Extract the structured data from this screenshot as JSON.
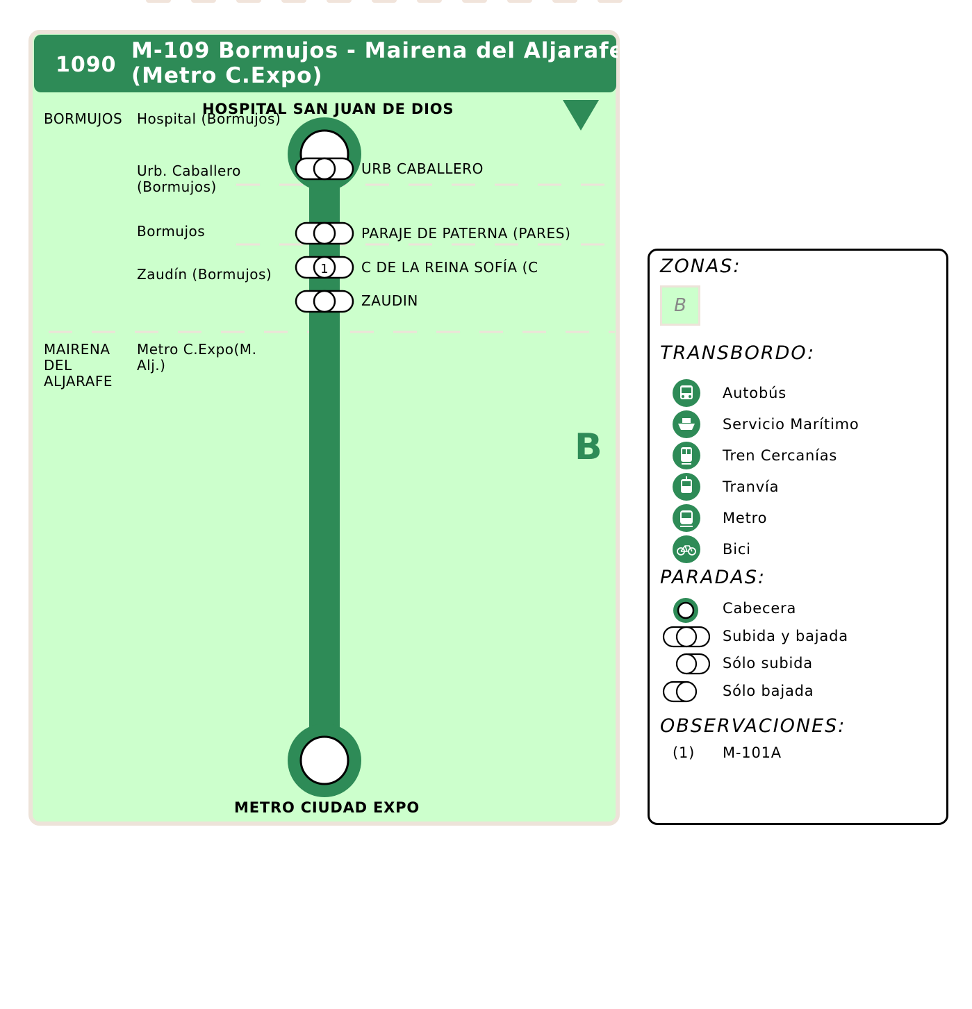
{
  "colors": {
    "line": "#2e8b57",
    "zone_bg": "#ccffcc",
    "border": "#ede3d9"
  },
  "route": {
    "number": "1090",
    "title_line1": "M-109 Bormujos - Mairena del Aljarafe",
    "title_line2": "(Metro C.Expo)"
  },
  "terminals": {
    "start": "HOSPITAL SAN JUAN DE DIOS",
    "end": "METRO CIUDAD EXPO"
  },
  "zone": "B",
  "towns": [
    {
      "name": "BORMUJOS"
    },
    {
      "name": "MAIRENA DEL ALJARAFE"
    }
  ],
  "stops": [
    {
      "area": "Hospital (Bormujos)",
      "label": "",
      "type": "cabecera"
    },
    {
      "area": "Urb. Caballero (Bormujos)",
      "label": "URB CABALLERO",
      "type": "subida-bajada"
    },
    {
      "area": "Bormujos",
      "label": "PARAJE DE PATERNA (PARES)",
      "type": "subida-bajada"
    },
    {
      "area": "Zaudín (Bormujos)",
      "label": "C DE LA REINA SOFÍA (C",
      "type": "subida-bajada",
      "note": "1"
    },
    {
      "area": "",
      "label": "ZAUDIN",
      "type": "subida-bajada"
    },
    {
      "area": "Metro C.Expo(M. Alj.)",
      "label": "",
      "type": "cabecera"
    }
  ],
  "legend": {
    "zonas_title": "ZONAS:",
    "zona": "B",
    "transbordo_title": "TRANSBORDO:",
    "transbordo": [
      {
        "icon": "bus-icon",
        "label": "Autobús"
      },
      {
        "icon": "ship-icon",
        "label": "Servicio Marítimo"
      },
      {
        "icon": "train-icon",
        "label": "Tren Cercanías"
      },
      {
        "icon": "tram-icon",
        "label": "Tranvía"
      },
      {
        "icon": "metro-icon",
        "label": "Metro"
      },
      {
        "icon": "bike-icon",
        "label": "Bici"
      }
    ],
    "paradas_title": "PARADAS:",
    "paradas": [
      {
        "label": "Cabecera"
      },
      {
        "label": "Subida y bajada"
      },
      {
        "label": "Sólo subida"
      },
      {
        "label": "Sólo bajada"
      }
    ],
    "observaciones_title": "OBSERVACIONES:",
    "observaciones": [
      {
        "ref": "(1)",
        "text": "M-101A"
      }
    ]
  }
}
